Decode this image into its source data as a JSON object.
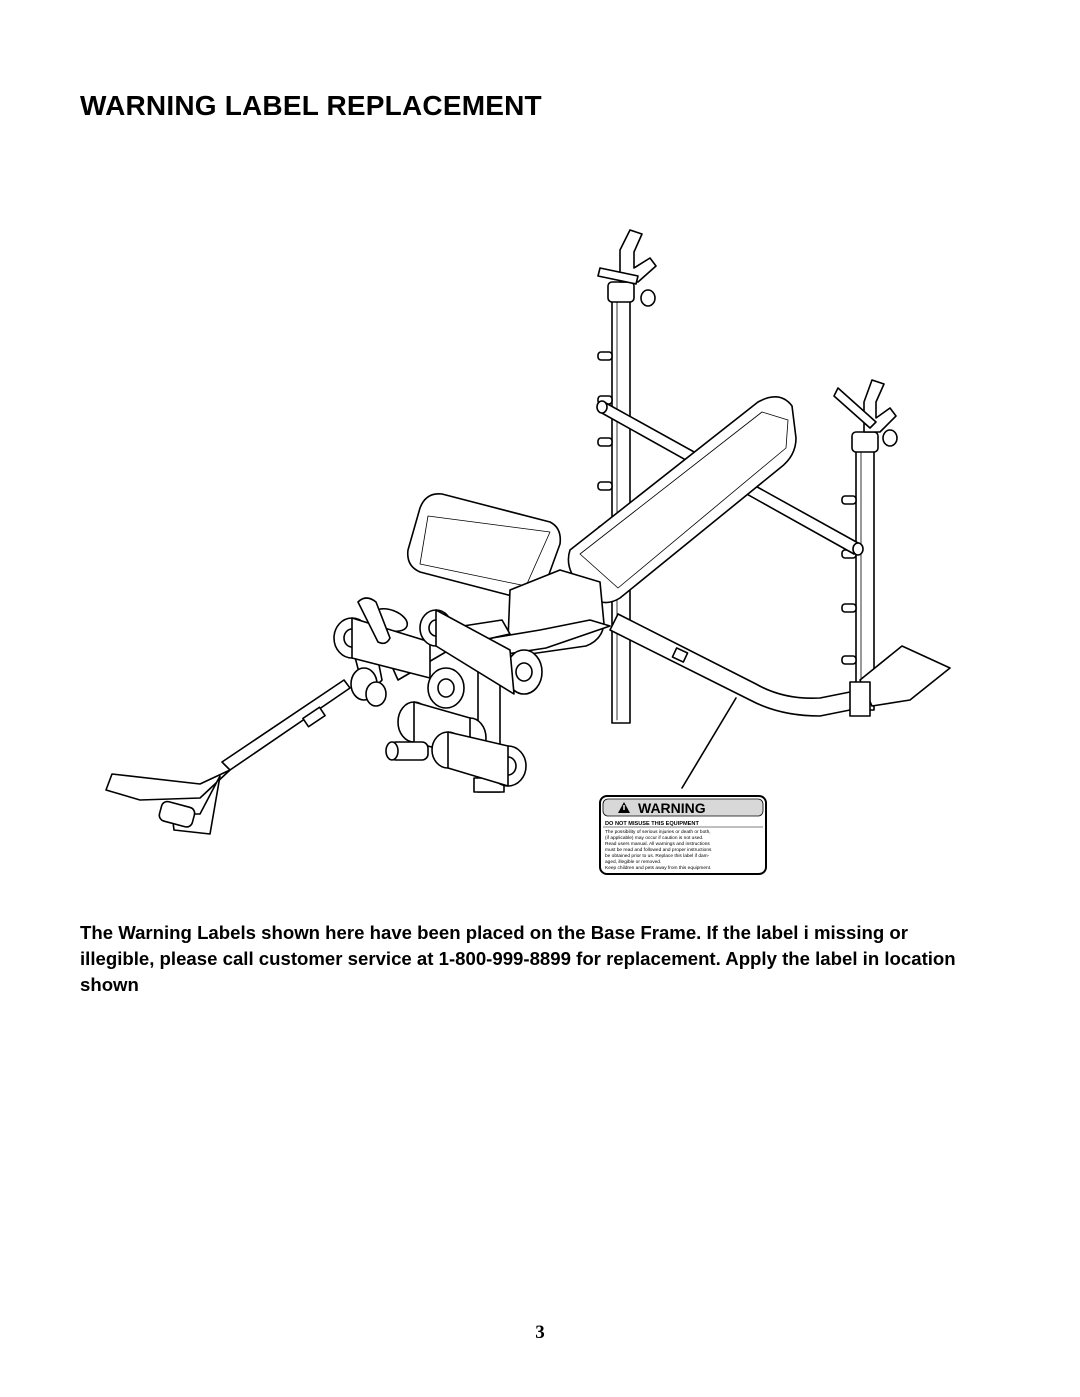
{
  "page": {
    "title": "WARNING LABEL REPLACEMENT",
    "body_text": "The Warning Labels shown here have been placed on the Base Frame. If the label i missing or illegible, please call customer service at 1-800-999-8899 for replacement. Apply the label in location shown",
    "page_number": "3"
  },
  "warning_label": {
    "header": "WARNING",
    "subheader": "DO NOT MISUSE THIS EQUIPMENT",
    "lines": [
      "The possibility of serious injuries or death or both,",
      "(if applicable) may occur if caution is not used.",
      "Read users manual. All warnings and instructions",
      "must be read and followed and proper instructions",
      "be obtained prior to us. Replace this label if dam-",
      "aged, illegible or removed.",
      "Keep children and pets away from this equipment."
    ]
  }
}
